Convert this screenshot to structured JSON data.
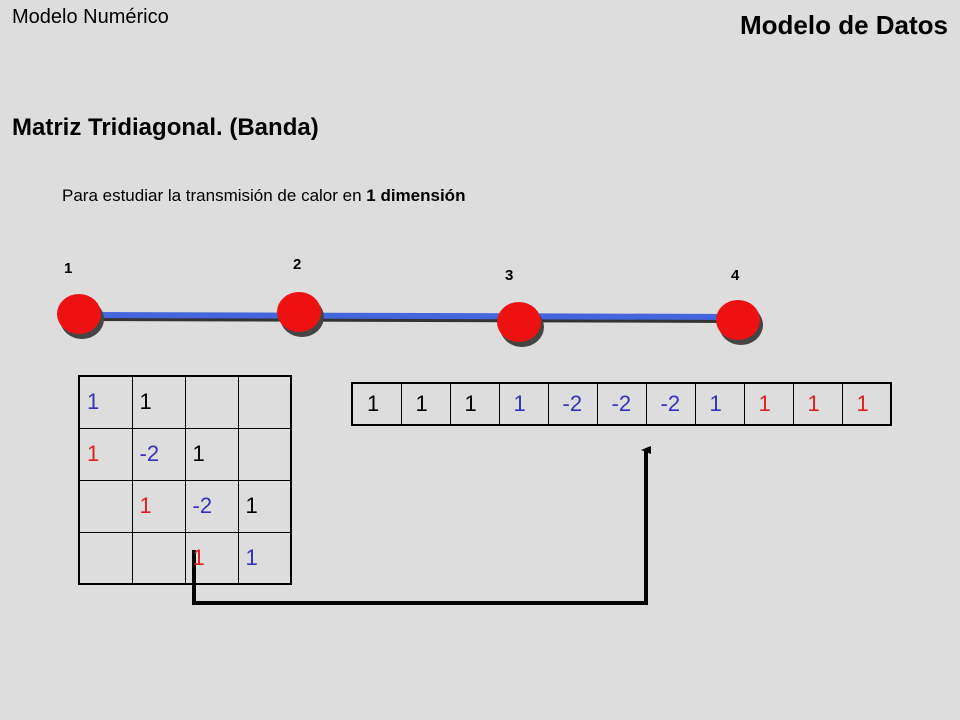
{
  "header": {
    "left_title": "Modelo Numérico",
    "right_title": "Modelo de Datos"
  },
  "section_title": "Matriz Tridiagonal. (Banda)",
  "subtitle": {
    "text": "Para estudiar la transmisión de calor en ",
    "bold": "1 dimensión"
  },
  "nodes": [
    "1",
    "2",
    "3",
    "4"
  ],
  "colors": {
    "node": "#ee1111",
    "line": "#4466dd",
    "blue_text": "#3333bb",
    "red_text": "#e02020"
  },
  "matrix": {
    "rows": [
      [
        {
          "v": "1",
          "c": "blue"
        },
        {
          "v": "1",
          "c": "black"
        },
        {
          "v": "",
          "c": "black"
        },
        {
          "v": "",
          "c": "black"
        }
      ],
      [
        {
          "v": "1",
          "c": "red"
        },
        {
          "v": "-2",
          "c": "blue"
        },
        {
          "v": "1",
          "c": "black"
        },
        {
          "v": "",
          "c": "black"
        }
      ],
      [
        {
          "v": "",
          "c": "black"
        },
        {
          "v": "1",
          "c": "red"
        },
        {
          "v": "-2",
          "c": "blue"
        },
        {
          "v": "1",
          "c": "black"
        }
      ],
      [
        {
          "v": "",
          "c": "black"
        },
        {
          "v": "",
          "c": "black"
        },
        {
          "v": "1",
          "c": "red"
        },
        {
          "v": "1",
          "c": "blue"
        }
      ]
    ]
  },
  "vector": [
    {
      "v": "1",
      "c": "black"
    },
    {
      "v": "1",
      "c": "black"
    },
    {
      "v": "1",
      "c": "black"
    },
    {
      "v": "1",
      "c": "blue"
    },
    {
      "v": "-2",
      "c": "blue"
    },
    {
      "v": "-2",
      "c": "blue"
    },
    {
      "v": "-2",
      "c": "blue"
    },
    {
      "v": "1",
      "c": "blue"
    },
    {
      "v": "1",
      "c": "red"
    },
    {
      "v": "1",
      "c": "red"
    },
    {
      "v": "1",
      "c": "red"
    }
  ]
}
